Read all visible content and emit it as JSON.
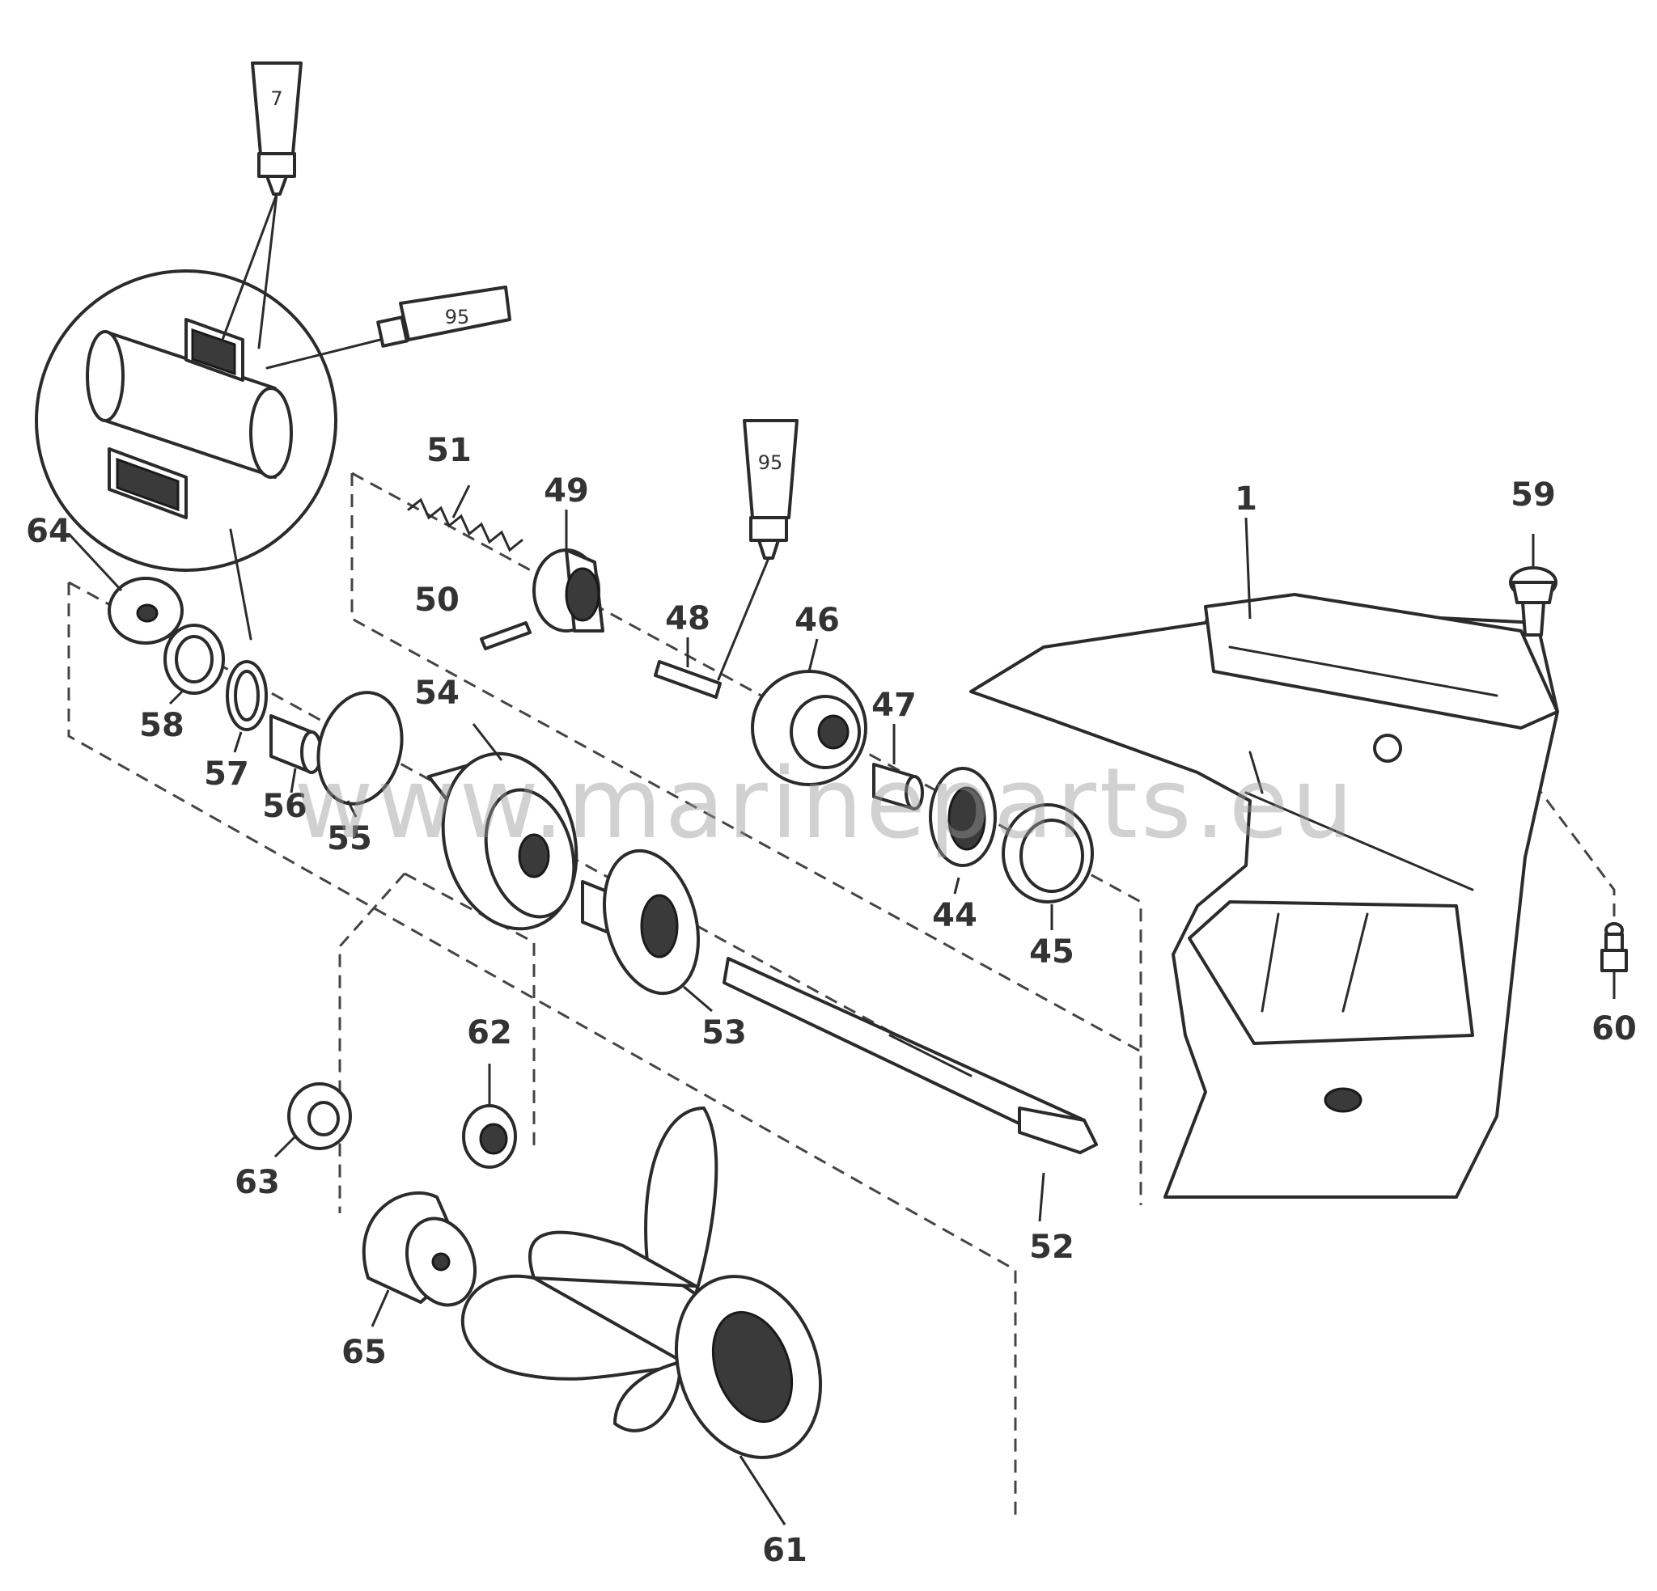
{
  "watermark": "www.marineparts.eu",
  "callouts": {
    "c1": "1",
    "c44": "44",
    "c45": "45",
    "c46": "46",
    "c47": "47",
    "c48": "48",
    "c49": "49",
    "c50": "50",
    "c51": "51",
    "c52": "52",
    "c53": "53",
    "c54": "54",
    "c55": "55",
    "c56": "56",
    "c57": "57",
    "c58": "58",
    "c59": "59",
    "c60": "60",
    "c61": "61",
    "c62": "62",
    "c63": "63",
    "c64": "64",
    "c65": "65"
  },
  "tubes": {
    "tube_top": "7",
    "tube_detail": "95",
    "tube_mid": "95"
  },
  "colors": {
    "line": "#2b2b2b",
    "label": "#333333",
    "watermark": "#9a9a9a",
    "background": "#ffffff"
  }
}
